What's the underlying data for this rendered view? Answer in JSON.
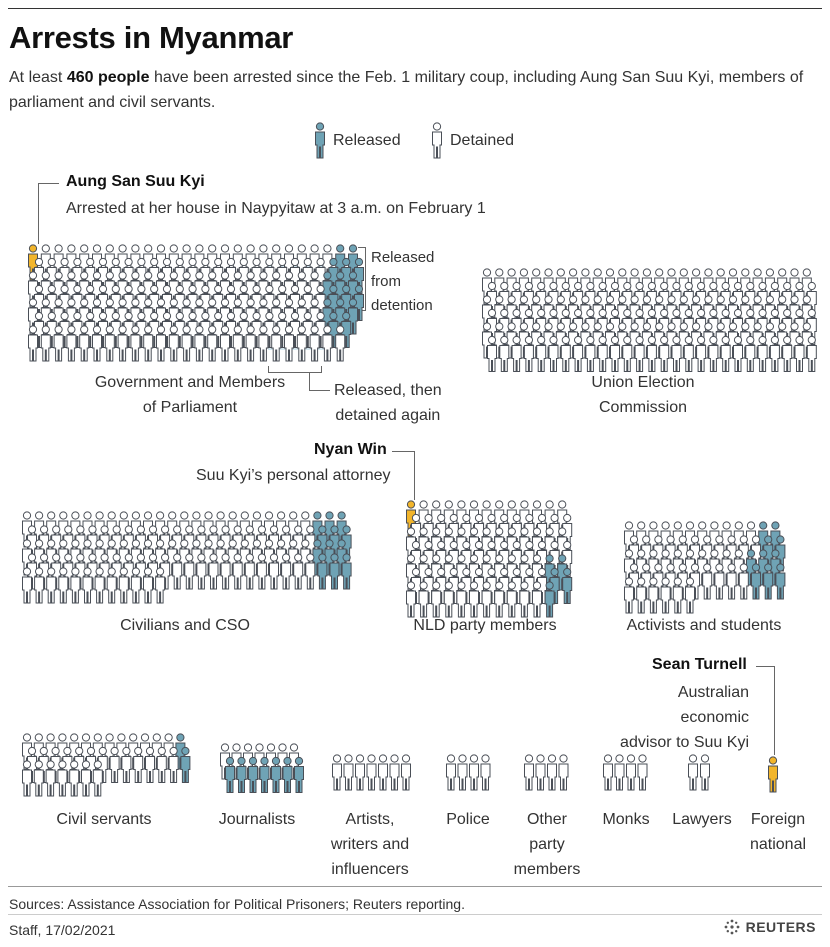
{
  "title": "Arrests in Myanmar",
  "subtitle": {
    "pre": "At least ",
    "bold": "460 people",
    "post": " have been arrested since the Feb. 1 military coup, including Aung San Suu Kyi, members of parliament and civil servants."
  },
  "legend": {
    "released": "Released",
    "detained": "Detained"
  },
  "colors": {
    "released": "#6fa3b5",
    "detained": "#ffffff",
    "outline": "#4a4f57",
    "highlight": "#f2b52b",
    "released_then_detained_bg": "#d4e6ee"
  },
  "annotations": {
    "suu_kyi": {
      "name": "Aung San Suu Kyi",
      "text": "Arrested at her house in Naypyitaw at 3 a.m. on February 1"
    },
    "nyan_win": {
      "name": "Nyan Win",
      "text": "Suu Kyi’s personal attorney"
    },
    "sean_turnell": {
      "name": "Sean Turnell",
      "line1": "Australian economic",
      "line2": "advisor to Suu Kyi"
    },
    "released_from_detention": {
      "line1": "Released",
      "line2": "from",
      "line3": "detention"
    },
    "released_then_detained": {
      "line1": "Released, then",
      "line2": "detained again"
    }
  },
  "groups": [
    {
      "id": "gov",
      "label_lines": [
        "Government and Members",
        "of Parliament"
      ]
    },
    {
      "id": "uec",
      "label_lines": [
        "Union Election",
        "Commission"
      ]
    },
    {
      "id": "civ",
      "label_lines": [
        "Civilians and CSO"
      ]
    },
    {
      "id": "nld",
      "label_lines": [
        "NLD party members"
      ]
    },
    {
      "id": "act",
      "label_lines": [
        "Activists and students"
      ]
    },
    {
      "id": "civserv",
      "label_lines": [
        "Civil servants"
      ]
    },
    {
      "id": "journ",
      "label_lines": [
        "Journalists"
      ]
    },
    {
      "id": "artists",
      "label_lines": [
        "Artists,",
        "writers and",
        "influencers"
      ]
    },
    {
      "id": "police",
      "label_lines": [
        "Police"
      ]
    },
    {
      "id": "other",
      "label_lines": [
        "Other",
        "party",
        "members"
      ]
    },
    {
      "id": "monks",
      "label_lines": [
        "Monks"
      ]
    },
    {
      "id": "lawyers",
      "label_lines": [
        "Lawyers"
      ]
    },
    {
      "id": "foreign",
      "label_lines": [
        "Foreign",
        "national"
      ]
    }
  ],
  "footer": {
    "source": "Sources: Assistance Association for Political Prisoners; Reuters reporting.",
    "credit": "Staff, 17/02/2021",
    "brand": "REUTERS"
  }
}
